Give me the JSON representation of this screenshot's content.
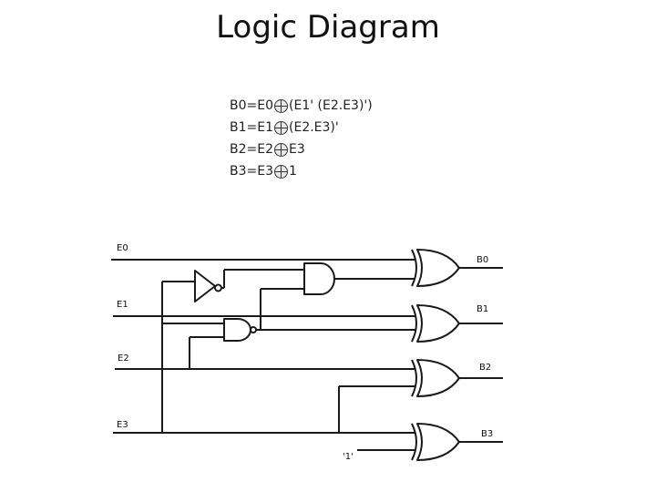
{
  "title": "Logic Diagram",
  "equations": [
    {
      "lhs": "B0",
      "a": "E0",
      "b": "(E1' (E2.E3)')"
    },
    {
      "lhs": "B1",
      "a": "E1",
      "b": "(E2.E3)'"
    },
    {
      "lhs": "B2",
      "a": "E2",
      "b": "E3"
    },
    {
      "lhs": "B3",
      "a": "E3",
      "b": "1"
    }
  ],
  "inputs": [
    "E0",
    "E1",
    "E2",
    "E3"
  ],
  "outputs": [
    "B0",
    "B1",
    "B2",
    "B3"
  ],
  "constant_label": "'1'"
}
